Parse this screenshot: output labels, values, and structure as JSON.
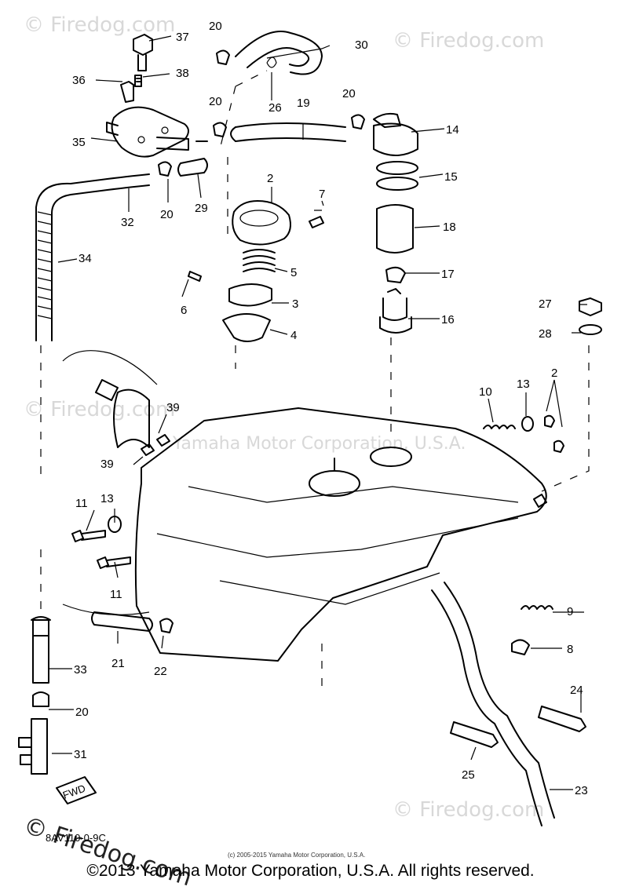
{
  "diagram": {
    "parts": [
      {
        "id": "p37",
        "label": "37"
      },
      {
        "id": "p36",
        "label": "36"
      },
      {
        "id": "p38",
        "label": "38"
      },
      {
        "id": "p35",
        "label": "35"
      },
      {
        "id": "p20a",
        "label": "20"
      },
      {
        "id": "p30",
        "label": "30"
      },
      {
        "id": "p26",
        "label": "26"
      },
      {
        "id": "p20b",
        "label": "20"
      },
      {
        "id": "p19",
        "label": "19"
      },
      {
        "id": "p20c",
        "label": "20"
      },
      {
        "id": "p14",
        "label": "14"
      },
      {
        "id": "p15",
        "label": "15"
      },
      {
        "id": "p32",
        "label": "32"
      },
      {
        "id": "p20d",
        "label": "20"
      },
      {
        "id": "p29",
        "label": "29"
      },
      {
        "id": "p2a",
        "label": "2"
      },
      {
        "id": "p7",
        "label": "7"
      },
      {
        "id": "p18",
        "label": "18"
      },
      {
        "id": "p34",
        "label": "34"
      },
      {
        "id": "p5",
        "label": "5"
      },
      {
        "id": "p17",
        "label": "17"
      },
      {
        "id": "p6",
        "label": "6"
      },
      {
        "id": "p3",
        "label": "3"
      },
      {
        "id": "p27",
        "label": "27"
      },
      {
        "id": "p16",
        "label": "16"
      },
      {
        "id": "p4",
        "label": "4"
      },
      {
        "id": "p28",
        "label": "28"
      },
      {
        "id": "p10",
        "label": "10"
      },
      {
        "id": "p13a",
        "label": "13"
      },
      {
        "id": "p2b",
        "label": "2"
      },
      {
        "id": "p39a",
        "label": "39"
      },
      {
        "id": "p39b",
        "label": "39"
      },
      {
        "id": "p11a",
        "label": "11"
      },
      {
        "id": "p13b",
        "label": "13"
      },
      {
        "id": "p11b",
        "label": "11"
      },
      {
        "id": "p9",
        "label": "9"
      },
      {
        "id": "p33",
        "label": "33"
      },
      {
        "id": "p21",
        "label": "21"
      },
      {
        "id": "p22",
        "label": "22"
      },
      {
        "id": "p8",
        "label": "8"
      },
      {
        "id": "p20e",
        "label": "20"
      },
      {
        "id": "p24",
        "label": "24"
      },
      {
        "id": "p31",
        "label": "31"
      },
      {
        "id": "p25",
        "label": "25"
      },
      {
        "id": "p23",
        "label": "23"
      }
    ],
    "drawing_code": "8AV110-0-9C",
    "fwd_tag": "FWD",
    "small_copyright": "(c) 2005-2015 Yamaha Motor Corporation, U.S.A."
  },
  "watermarks": {
    "site": "© Firedog.com",
    "center_overlay": "Yamaha Motor Corporation, U.S.A."
  },
  "footer": {
    "copyright": "©2013 Yamaha Motor Corporation, U.S.A. All rights reserved."
  }
}
